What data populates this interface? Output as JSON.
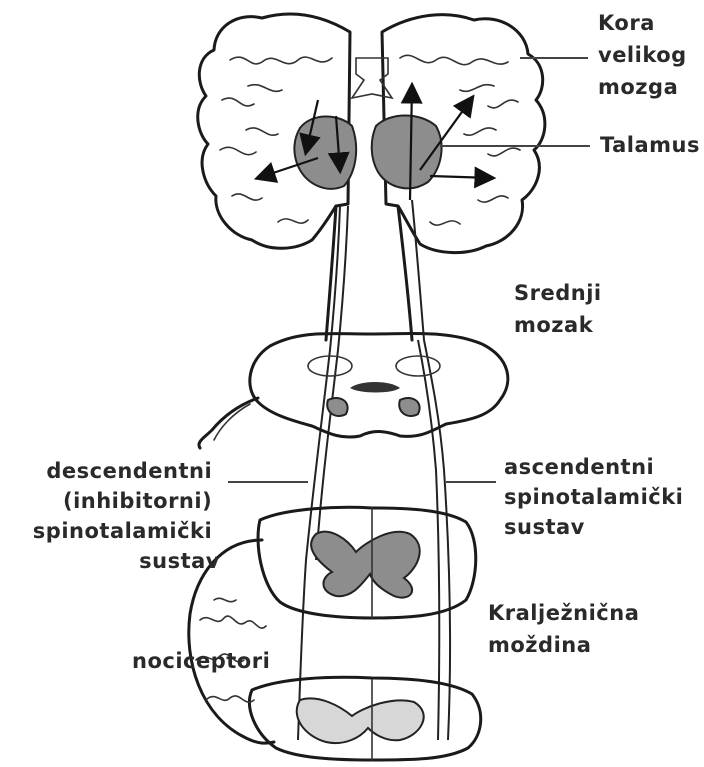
{
  "labels": {
    "cortex": [
      "Kora",
      "velikog",
      "mozga"
    ],
    "thalamus": "Talamus",
    "midbrain": [
      "Srednji",
      "mozak"
    ],
    "descending": [
      "descendentni",
      "(inhibitorni)",
      "spinotalamički",
      "sustav"
    ],
    "ascending": [
      "ascendentni",
      "spinotalamički",
      "sustav"
    ],
    "spinal_cord": [
      "Kralježnična",
      "moždina"
    ],
    "nociceptors": "nociceptori"
  },
  "colors": {
    "outline": "#1a1a1a",
    "gray_matter": "#8d8d8d",
    "label_text": "#2a2a2a"
  }
}
